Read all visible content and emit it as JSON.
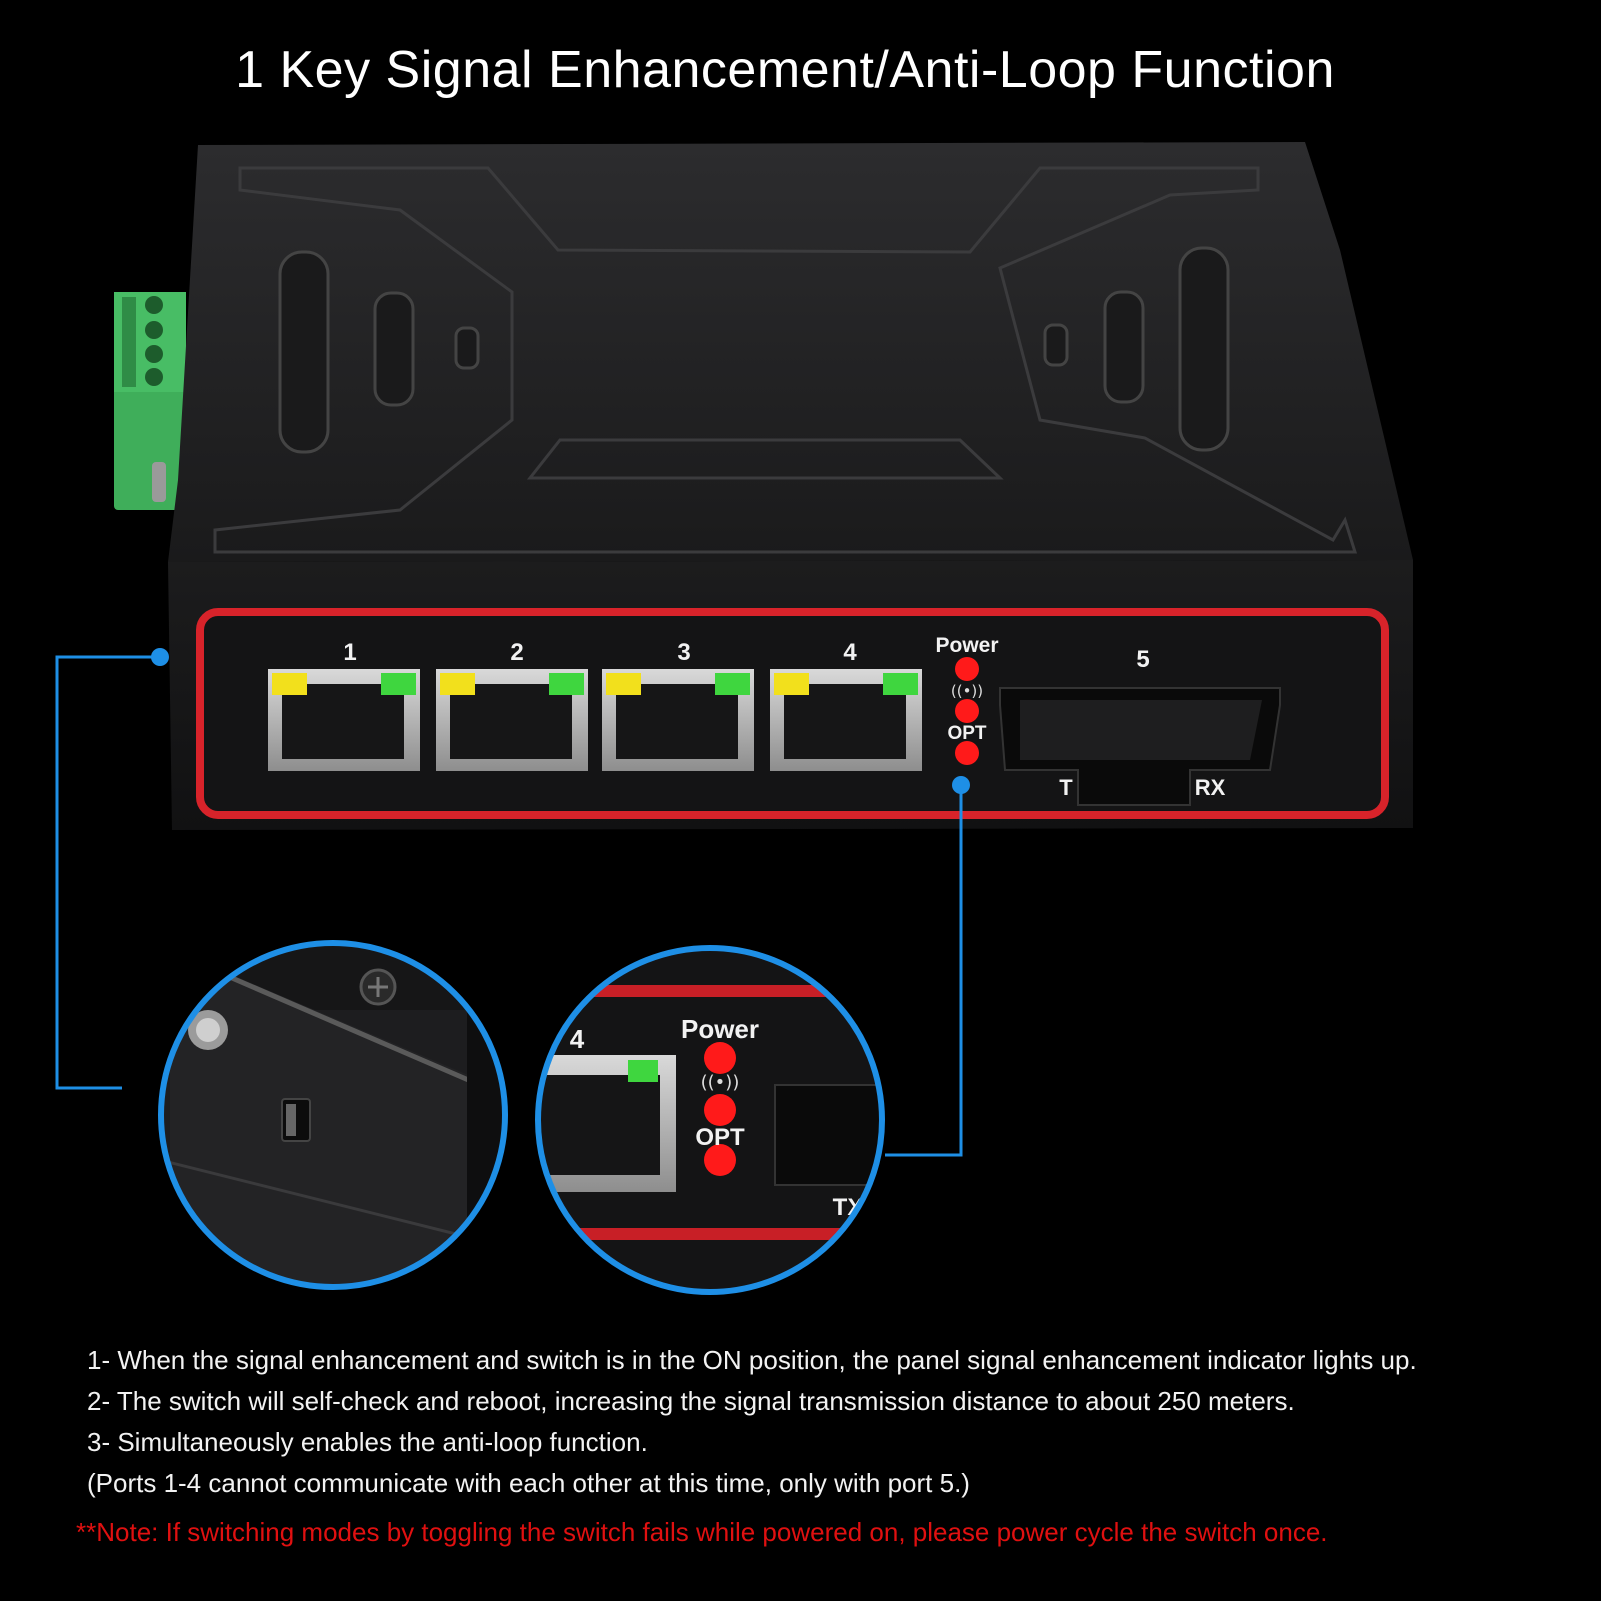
{
  "title": "1 Key Signal Enhancement/Anti-Loop Function",
  "device": {
    "ports": [
      "1",
      "2",
      "3",
      "4"
    ],
    "fiber_port": "5",
    "indicators": {
      "power": "Power",
      "opt": "OPT"
    },
    "fiber_labels": {
      "tx": "T",
      "rx": "RX"
    },
    "zoom_right": {
      "port": "4",
      "power": "Power",
      "opt": "OPT",
      "tx": "TX"
    },
    "colors": {
      "panel_outline": "#d8232a",
      "led_power": "#ff1a1a",
      "led_link": "#3fd63f",
      "led_act": "#f2e01c",
      "terminal": "#3fae5a",
      "callout": "#1e8fe6"
    }
  },
  "notes": [
    "1- When the signal enhancement and switch is in the ON position, the panel signal enhancement indicator lights up.",
    "2- The switch will self-check and reboot, increasing the signal transmission distance to about 250 meters.",
    "3- Simultaneously enables the anti-loop function.",
    "(Ports 1-4 cannot communicate with each other at this time, only with port 5.)"
  ],
  "warning": "**Note: If switching modes by toggling the switch fails while powered on, please power cycle the switch once."
}
